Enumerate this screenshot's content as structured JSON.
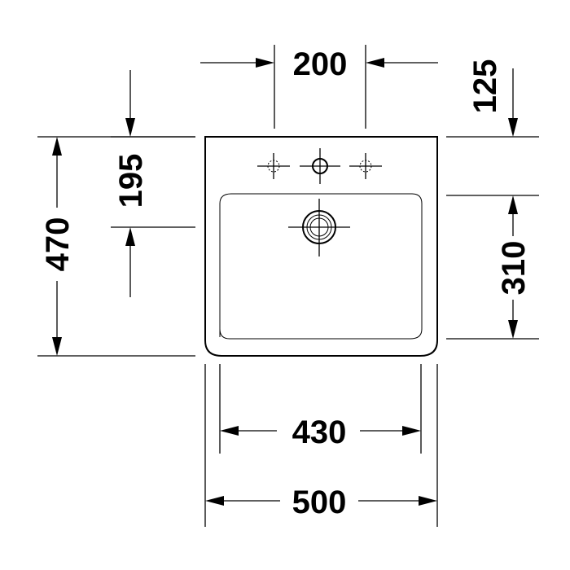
{
  "drawing": {
    "colors": {
      "line": "#000000",
      "background": "#ffffff"
    },
    "dimensions": {
      "overall_width": "500",
      "basin_width": "430",
      "overall_depth": "470",
      "basin_depth": "310",
      "tap_hole_spacing": "200",
      "tap_hole_to_back": "125",
      "drain_to_back": "195"
    },
    "icons": [
      "centre-tap-hole-icon",
      "drain-icon",
      "optional-tap-hole-icon"
    ]
  }
}
